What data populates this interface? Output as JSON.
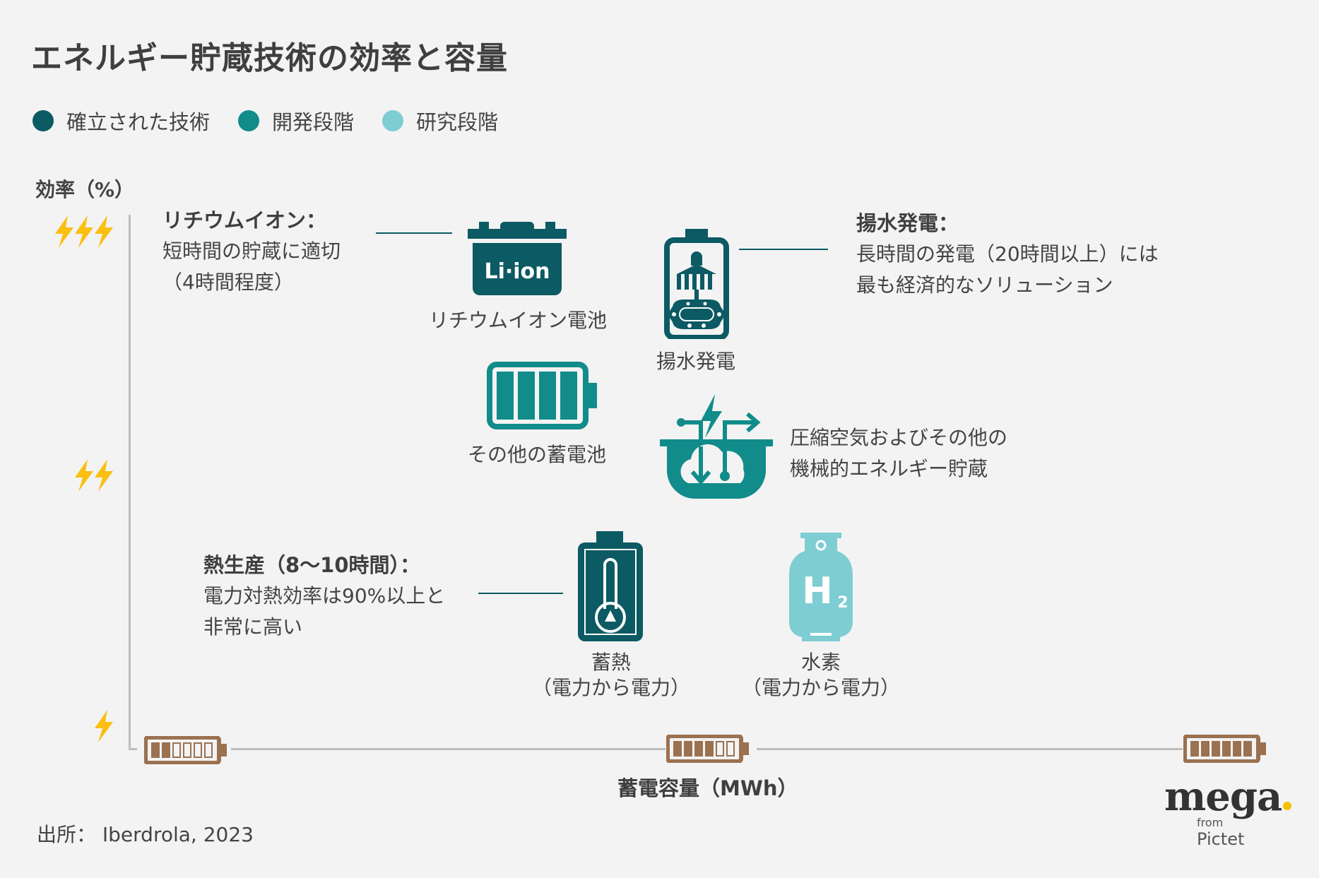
{
  "title": "エネルギー貯蔵技術の効率と容量",
  "legend": [
    {
      "label": "確立された技術",
      "color": "#0c5a63"
    },
    {
      "label": "開発段階",
      "color": "#118c8a"
    },
    {
      "label": "研究段階",
      "color": "#7ecdd2"
    }
  ],
  "colors": {
    "background": "#f3f3f3",
    "established": "#0c5a63",
    "development": "#118c8a",
    "research": "#7ecdd2",
    "bolt": "#fbbf12",
    "battery": "#9b7150",
    "axis": "#bdbdbd",
    "logo_dot": "#f5c000"
  },
  "y_axis": {
    "label": "効率（%）",
    "levels": [
      {
        "name": "high",
        "bolts": 3
      },
      {
        "name": "medium",
        "bolts": 2
      },
      {
        "name": "low",
        "bolts": 1
      }
    ]
  },
  "x_axis": {
    "label": "蓄電容量（MWh）",
    "levels": [
      {
        "name": "low",
        "filled": 2,
        "total": 6
      },
      {
        "name": "medium",
        "filled": 4,
        "total": 6
      },
      {
        "name": "high",
        "filled": 6,
        "total": 6
      }
    ]
  },
  "technologies": [
    {
      "id": "li-ion",
      "label": "リチウムイオン電池",
      "icon_text": "Li·ion",
      "stage": "established"
    },
    {
      "id": "pumped-hydro",
      "label": "揚水発電",
      "stage": "established"
    },
    {
      "id": "other-batteries",
      "label": "その他の蓄電池",
      "stage": "development"
    },
    {
      "id": "compressed-air",
      "label_lines": [
        "圧縮空気およびその他の",
        "機械的エネルギー貯蔵"
      ],
      "stage": "development"
    },
    {
      "id": "thermal",
      "label_lines": [
        "蓄熱",
        "（電力から電力）"
      ],
      "stage": "established"
    },
    {
      "id": "hydrogen",
      "label_lines": [
        "水素",
        "（電力から電力）"
      ],
      "icon_text": "H",
      "icon_sub": "2",
      "stage": "research"
    }
  ],
  "notes": {
    "li_ion": {
      "title": "リチウムイオン：",
      "lines": [
        "短時間の貯蔵に適切",
        "（4時間程度）"
      ]
    },
    "pumped_hydro": {
      "title": "揚水発電：",
      "lines": [
        "長時間の発電（20時間以上）には",
        "最も経済的なソリューション"
      ]
    },
    "heat": {
      "title": "熱生産（8〜10時間）：",
      "lines": [
        "電力対熱効率は90%以上と",
        "非常に高い"
      ]
    }
  },
  "source": "出所： Iberdrola, 2023",
  "logo": {
    "brand": "mega",
    "from": "from",
    "company": "Pictet"
  }
}
